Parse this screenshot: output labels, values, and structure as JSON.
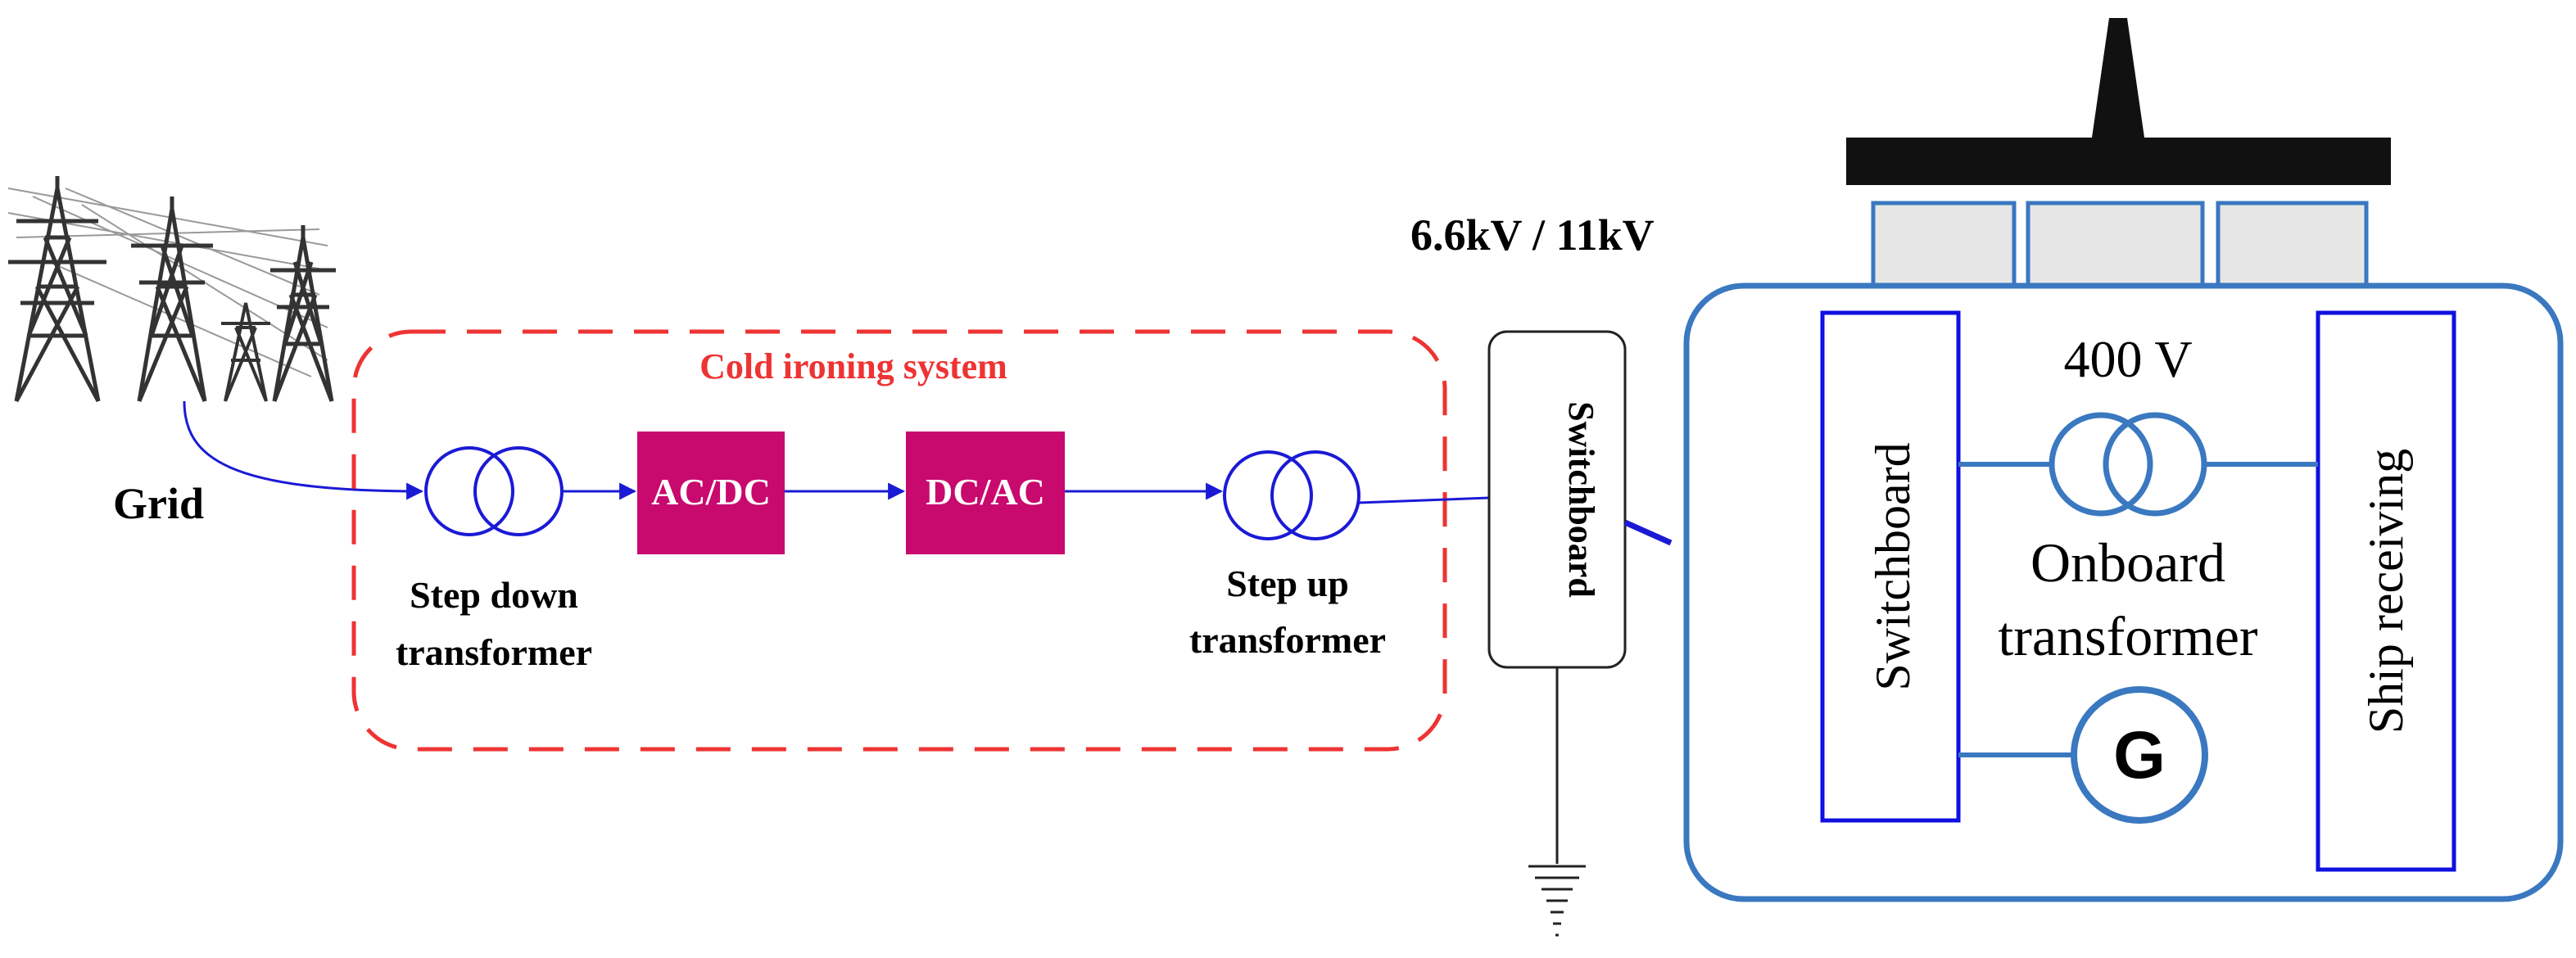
{
  "labels": {
    "grid": "Grid",
    "cold_ironing_system": "Cold ironing system",
    "step_down_transformer": [
      "Step down",
      "transformer"
    ],
    "ac_dc": "AC/DC",
    "dc_ac": "DC/AC",
    "step_up_transformer": [
      "Step up",
      "transformer"
    ],
    "shore_voltage": "6.6kV / 11kV",
    "shore_switchboard": "Switchboard",
    "ship_voltage": "400 V",
    "ship_switchboard": "Switchboard",
    "onboard_transformer": [
      "Onboard",
      "transformer"
    ],
    "generator": "G",
    "ship_receiving": "Ship receiving"
  },
  "colors": {
    "flow_line": "#1a1ad6",
    "cold_ironing_border": "#ee3333",
    "converter_fill": "#c8096e",
    "ship_outline": "#3a78c0",
    "ship_panel_border": "#1010e0",
    "cabin_fill": "#e6e6e6",
    "deck": "#111111"
  },
  "icons": {
    "grid_image": "power-pylons-icon",
    "ground": "ground-icon",
    "transformer": "transformer-icon",
    "generator": "generator-icon"
  }
}
